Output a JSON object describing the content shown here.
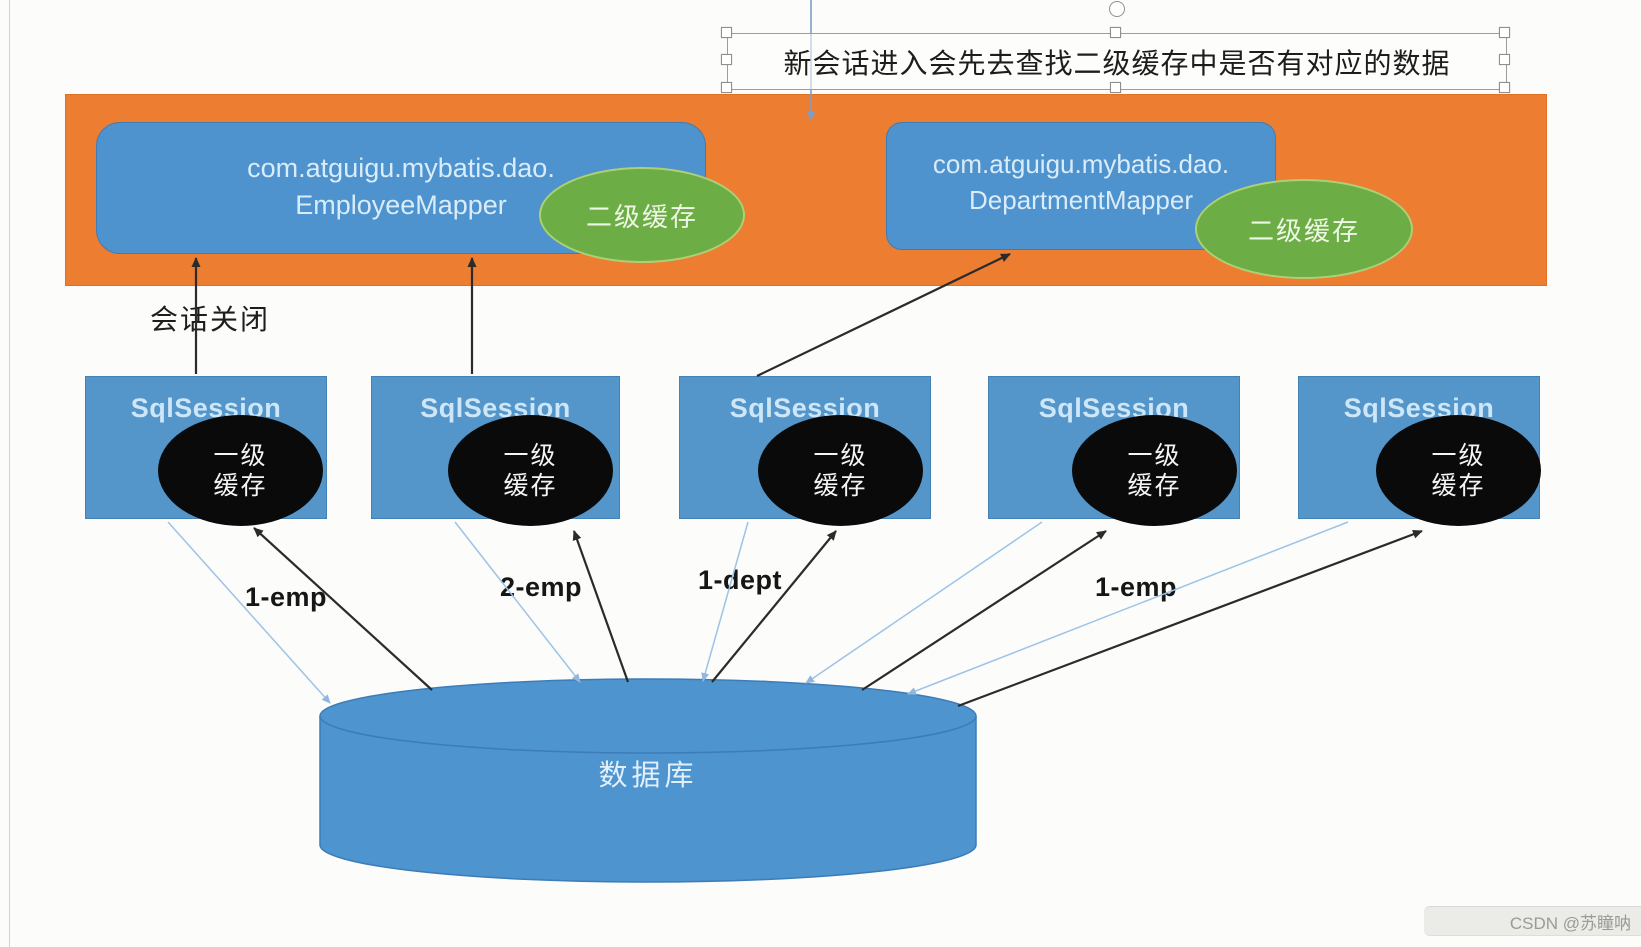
{
  "annotation_box": {
    "text": "新会话进入会先去查找二级缓存中是否有对应的数据"
  },
  "cache_region": {
    "mappers": [
      {
        "namespace": "com.atguigu.mybatis.dao.",
        "class_name": "EmployeeMapper",
        "cache_badge": "二级缓存"
      },
      {
        "namespace": "com.atguigu.mybatis.dao.",
        "class_name": "DepartmentMapper",
        "cache_badge": "二级缓存"
      }
    ]
  },
  "session_closed_label": "会话关闭",
  "sessions": [
    {
      "label": "SqlSession",
      "cache_line1": "一级",
      "cache_line2": "缓存"
    },
    {
      "label": "SqlSession",
      "cache_line1": "一级",
      "cache_line2": "缓存"
    },
    {
      "label": "SqlSession",
      "cache_line1": "一级",
      "cache_line2": "缓存"
    },
    {
      "label": "SqlSession",
      "cache_line1": "一级",
      "cache_line2": "缓存"
    },
    {
      "label": "SqlSession",
      "cache_line1": "一级",
      "cache_line2": "缓存"
    }
  ],
  "query_labels": [
    {
      "text": "1-emp"
    },
    {
      "text": "2-emp"
    },
    {
      "text": "1-dept"
    },
    {
      "text": "1-emp"
    }
  ],
  "database": {
    "label": "数据库"
  },
  "watermark": {
    "text": "CSDN @苏瞳呐"
  },
  "colors": {
    "region_orange": "#ED7D31",
    "mapper_blue": "#4E92CE",
    "session_blue": "#5495CA",
    "cache_green": "#6CAD45",
    "first_level_cache_black": "#0A0A0A",
    "database_blue": "#4E94CE",
    "arrow_black": "#2B2B2B",
    "arrow_light_blue": "#9DC3E6",
    "connector_blue": "#7D9EC8"
  }
}
